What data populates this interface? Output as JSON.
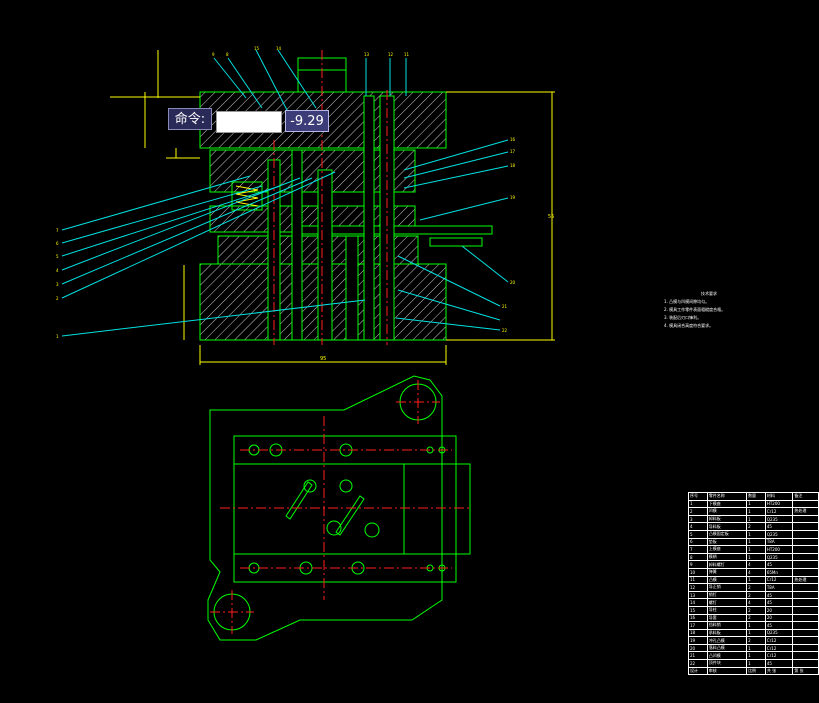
{
  "command_bar": {
    "label": "命令:",
    "input_value": "",
    "coordinate_readout": "-9.29"
  },
  "colors": {
    "background": "#000000",
    "outline": "#00ff00",
    "hatch": "#c8c8c8",
    "centerline": "#ff2020",
    "leader": "#00e0e0",
    "dimension": "#ffff00",
    "text": "#ffffff",
    "command_label_bg": "#2a2a58",
    "command_value_bg": "#3c3c78"
  },
  "drawing": {
    "top_part_numbers": [
      "9",
      "8",
      "15",
      "14",
      "13",
      "12",
      "11"
    ],
    "left_part_numbers": [
      "7",
      "6",
      "5",
      "4",
      "3",
      "2",
      "1"
    ],
    "right_part_numbers": [
      "16",
      "17",
      "18",
      "19",
      "20",
      "21",
      "22"
    ],
    "dimension_height_label": "55",
    "dimension_width_label": "95"
  },
  "technical_requirements": {
    "title": "技术要求",
    "items": [
      "1. 凸模与凹模间隙均匀。",
      "2. 模具工作零件表面粗糙度合格。",
      "3. 装配后刃口锋利。",
      "4. 模具闭合高度符合要求。"
    ]
  },
  "bom": {
    "header": [
      "序号",
      "零件名称",
      "数量",
      "材料",
      "备注"
    ],
    "rows": [
      [
        "1",
        "下模座",
        "1",
        "HT200",
        ""
      ],
      [
        "2",
        "凹模",
        "1",
        "Cr12",
        "热处理"
      ],
      [
        "3",
        "卸料板",
        "1",
        "Q235",
        ""
      ],
      [
        "4",
        "导料板",
        "2",
        "45",
        ""
      ],
      [
        "5",
        "凸模固定板",
        "1",
        "Q235",
        ""
      ],
      [
        "6",
        "垫板",
        "1",
        "T8A",
        ""
      ],
      [
        "7",
        "上模座",
        "1",
        "HT200",
        ""
      ],
      [
        "8",
        "模柄",
        "1",
        "Q235",
        ""
      ],
      [
        "9",
        "卸料螺钉",
        "4",
        "45",
        ""
      ],
      [
        "10",
        "弹簧",
        "4",
        "65Mn",
        ""
      ],
      [
        "11",
        "凸模",
        "1",
        "Cr12",
        "热处理"
      ],
      [
        "12",
        "导正销",
        "2",
        "T8A",
        ""
      ],
      [
        "13",
        "销钉",
        "2",
        "45",
        ""
      ],
      [
        "14",
        "螺钉",
        "4",
        "45",
        ""
      ],
      [
        "15",
        "导柱",
        "2",
        "20",
        ""
      ],
      [
        "16",
        "导套",
        "2",
        "20",
        ""
      ],
      [
        "17",
        "挡料销",
        "1",
        "45",
        ""
      ],
      [
        "18",
        "承料板",
        "1",
        "Q235",
        ""
      ],
      [
        "19",
        "冲孔凸模",
        "2",
        "Cr12",
        ""
      ],
      [
        "20",
        "落料凸模",
        "1",
        "Cr12",
        ""
      ],
      [
        "21",
        "凸凹模",
        "1",
        "Cr12",
        ""
      ],
      [
        "22",
        "顶件块",
        "1",
        "45",
        ""
      ]
    ],
    "title_block": [
      "设计",
      "审核",
      "比例",
      "共 张",
      "第 张"
    ]
  }
}
